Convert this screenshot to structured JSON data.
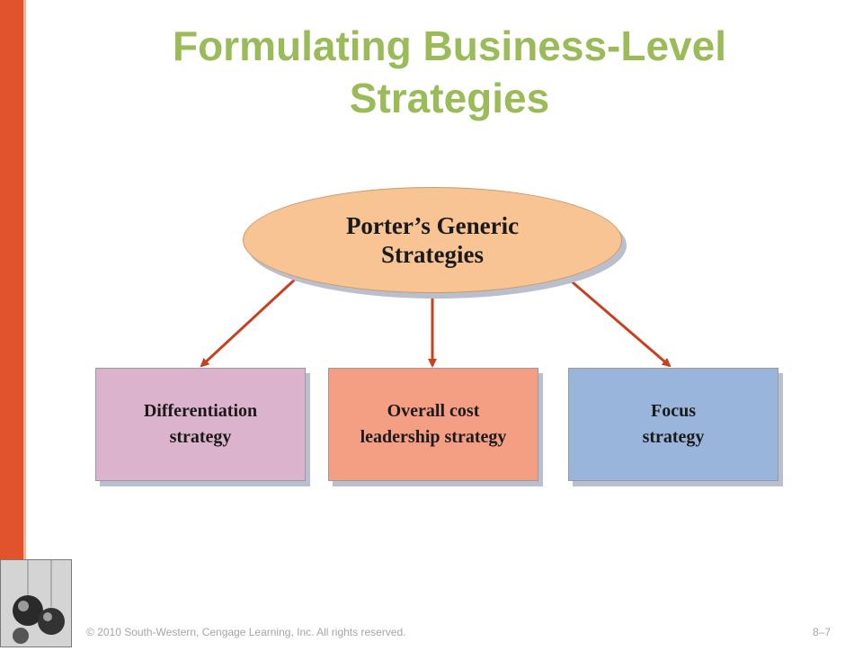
{
  "slide": {
    "title_line1": "Formulating Business-Level",
    "title_line2": "Strategies"
  },
  "diagram": {
    "root": {
      "line1": "Porter’s Generic",
      "line2": "Strategies"
    },
    "children": [
      {
        "line1": "Differentiation",
        "line2": "strategy",
        "color": "#dbb3cc"
      },
      {
        "line1": "Overall cost",
        "line2": "leadership strategy",
        "color": "#f49e84"
      },
      {
        "line1": "Focus",
        "line2": "strategy",
        "color": "#9ab5dc"
      }
    ],
    "root_color": "#f8c493",
    "arrow_color": "#c8401e"
  },
  "footer": {
    "copyright": "© 2010 South-Western, Cengage Learning, Inc. All rights reserved.",
    "page": "8–7"
  },
  "theme": {
    "accent_bar": "#e0532b",
    "title_color": "#9bbb59"
  }
}
